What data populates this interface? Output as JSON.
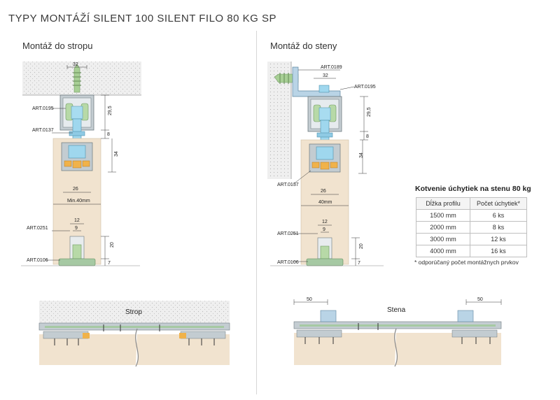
{
  "title": "TYPY MONTÁŽÍ SILENT 100 SILENT FILO 80 KG SP",
  "ceiling": {
    "heading": "Montáž do stropu",
    "labels": {
      "art0195": "ART.0195",
      "art0137": "ART.0137",
      "art0251": "ART.0251",
      "art0106": "ART.0106"
    },
    "dims": {
      "w32": "32",
      "h295": "29,5",
      "h8": "8",
      "h34": "34",
      "w26": "26",
      "min": "Min.40mm",
      "w12": "12",
      "w9": "9",
      "h20": "20",
      "h7": "7"
    },
    "bottom_caption": "Strop"
  },
  "wall": {
    "heading": "Montáž do steny",
    "labels": {
      "art0189": "ART.0189",
      "art0195": "ART.0195",
      "art0137": "ART.0137",
      "art0251": "ART.0251",
      "art0106": "ART.0106"
    },
    "dims": {
      "w32": "32",
      "h295": "29,5",
      "h8": "8",
      "h34": "34",
      "w26": "26",
      "w40": "40mm",
      "w12": "12",
      "w9": "9",
      "h20": "20",
      "h7": "7",
      "d50l": "50",
      "d50r": "50"
    },
    "bottom_caption": "Stena"
  },
  "table": {
    "title": "Kotvenie úchytiek na stenu 80 kg",
    "headers": [
      "Dĺžka profilu",
      "Počet úchytiek*"
    ],
    "rows": [
      [
        "1500 mm",
        "6 ks"
      ],
      [
        "2000 mm",
        "8 ks"
      ],
      [
        "3000 mm",
        "12 ks"
      ],
      [
        "4000 mm",
        "16 ks"
      ]
    ],
    "note": "* odporúčaný počet montážnych prvkov"
  },
  "colors": {
    "wood": "#f1e3cf",
    "ceiling": "#efefef",
    "profile": "#b8c3c9",
    "wheel": "#b5d6a5",
    "bolt": "#9fd7ee",
    "bracket": "#b9d4e6",
    "guide": "#a6c9a3",
    "orange": "#f0b24a"
  }
}
